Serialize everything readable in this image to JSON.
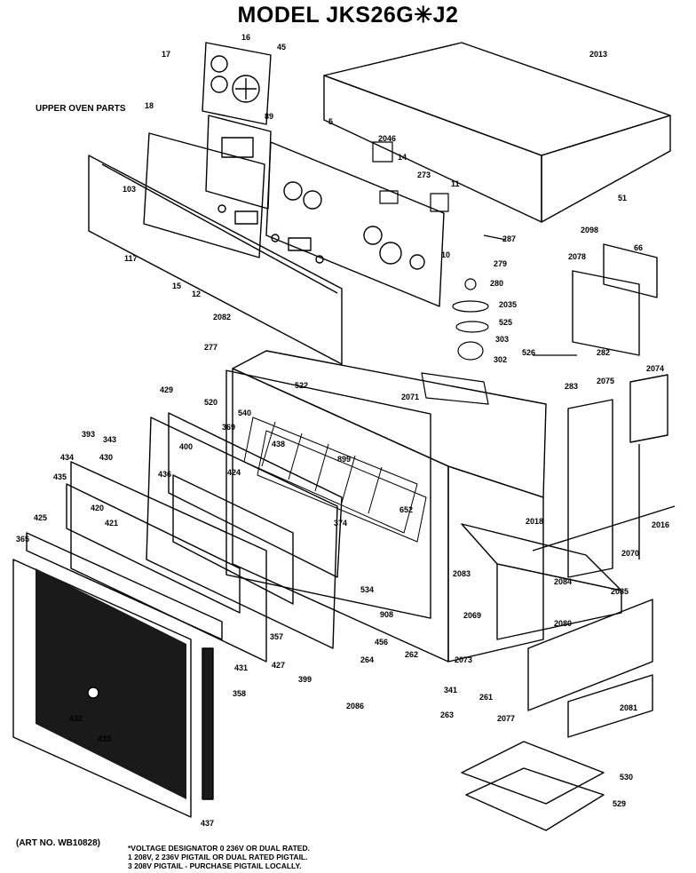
{
  "title": "MODEL JKS26G✳J2",
  "section_label": "UPPER OVEN PARTS",
  "art_no": "(ART NO. WB10828)",
  "footnotes": [
    "*VOLTAGE DESIGNATOR 0 236V OR DUAL RATED.",
    "1 208V, 2 236V PIGTAIL OR DUAL RATED PIGTAIL.",
    "3 208V PIGTAIL - PURCHASE PIGTAIL LOCALLY."
  ],
  "part_labels": {
    "p16": "16",
    "p45": "45",
    "p17": "17",
    "p2013": "2013",
    "p18": "18",
    "p89": "89",
    "p5": "5",
    "p2046": "2046",
    "p14": "14",
    "p103": "103",
    "p273": "273",
    "p11": "11",
    "p51": "51",
    "p2098": "2098",
    "p66": "66",
    "p287": "287",
    "p117": "117",
    "p10": "10",
    "p279": "279",
    "p2078": "2078",
    "p15": "15",
    "p280": "280",
    "p12": "12",
    "p2035": "2035",
    "p2082": "2082",
    "p525": "525",
    "p303": "303",
    "p277": "277",
    "p526": "526",
    "p282": "282",
    "p302": "302",
    "p522": "522",
    "p283": "283",
    "p2074": "2074",
    "p2071": "2071",
    "p2075": "2075",
    "p429": "429",
    "p520": "520",
    "p540": "540",
    "p369": "369",
    "p393": "393",
    "p343": "343",
    "p400": "400",
    "p438": "438",
    "p899": "899",
    "p434": "434",
    "p430": "430",
    "p424": "424",
    "p436": "436",
    "p435": "435",
    "p652": "652",
    "p2018": "2018",
    "p2016": "2016",
    "p425": "425",
    "p420": "420",
    "p421": "421",
    "p374": "374",
    "p2070": "2070",
    "p365": "365",
    "p2083": "2083",
    "p2084": "2084",
    "p2085": "2085",
    "p534": "534",
    "p2069": "2069",
    "p908": "908",
    "p2080": "2080",
    "p357": "357",
    "p456": "456",
    "p262": "262",
    "p431": "431",
    "p427": "427",
    "p2073": "2073",
    "p264": "264",
    "p399": "399",
    "p358": "358",
    "p341": "341",
    "p261": "261",
    "p432": "432",
    "p2086": "2086",
    "p263": "263",
    "p2077": "2077",
    "p2081": "2081",
    "p433": "433",
    "p530": "530",
    "p529": "529",
    "p437": "437"
  }
}
